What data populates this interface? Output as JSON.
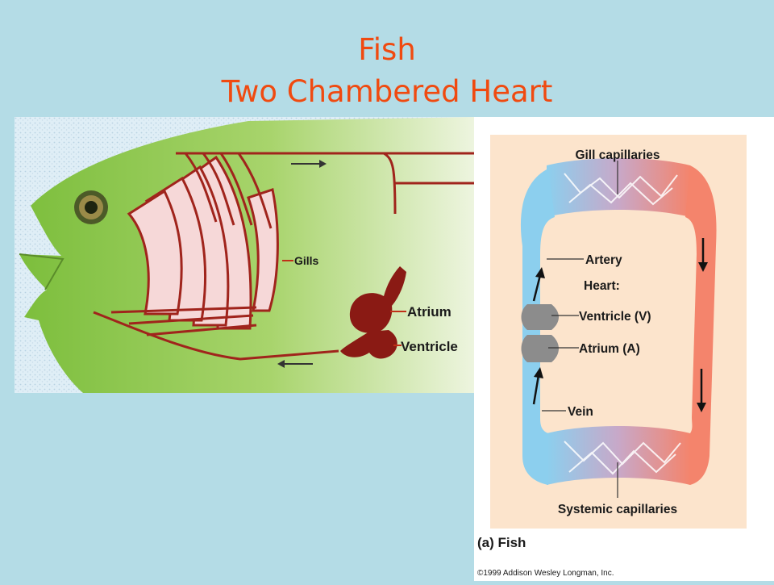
{
  "title": {
    "line1": "Fish",
    "line2": "Two Chambered Heart"
  },
  "fish_diagram": {
    "labels": {
      "gills": "Gills",
      "atrium": "Atrium",
      "ventricle": "Ventricle"
    }
  },
  "circulation_diagram": {
    "labels": {
      "gill_capillaries": "Gill capillaries",
      "artery": "Artery",
      "heart": "Heart:",
      "ventricle": "Ventricle (V)",
      "atrium": "Atrium (A)",
      "vein": "Vein",
      "systemic_capillaries": "Systemic capillaries"
    },
    "caption": "(a) Fish",
    "copyright": "©1999 Addison Wesley Longman, Inc."
  },
  "colors": {
    "title": "#f04a10",
    "background": "#b4dce6",
    "fish_body": "#8cc850",
    "blood_vessel": "#a0241c",
    "oxygenated": "#f4846c",
    "deoxygenated": "#8ccfee",
    "heart": "#8c8c8c"
  }
}
